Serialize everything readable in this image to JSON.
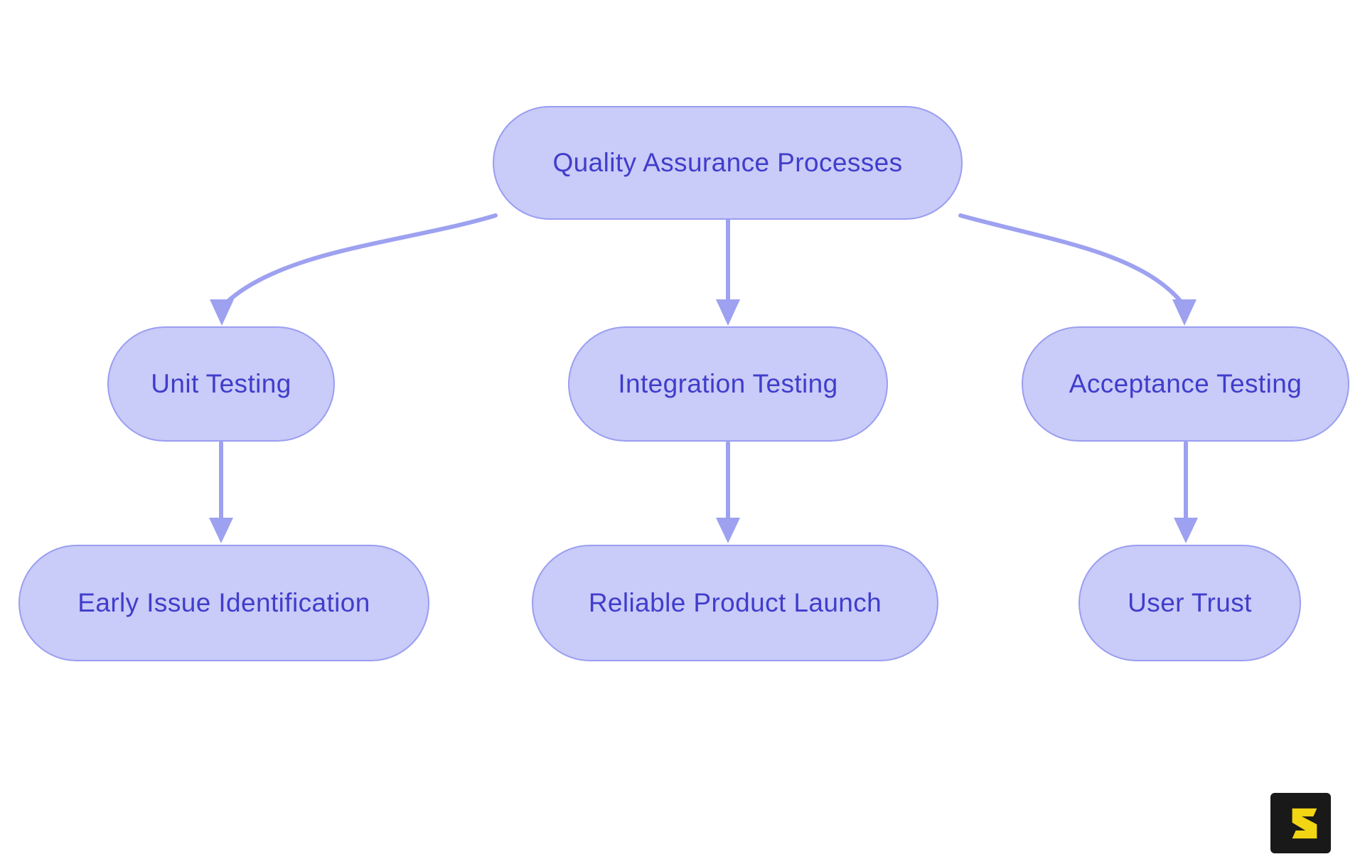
{
  "diagram": {
    "nodes": {
      "root": {
        "label": "Quality Assurance Processes"
      },
      "unit": {
        "label": "Unit Testing"
      },
      "integration": {
        "label": "Integration Testing"
      },
      "acceptance": {
        "label": "Acceptance Testing"
      },
      "early": {
        "label": "Early Issue Identification"
      },
      "reliable": {
        "label": "Reliable Product Launch"
      },
      "user": {
        "label": "User Trust"
      }
    },
    "edges": [
      {
        "from": "Quality Assurance Processes",
        "to": "Unit Testing"
      },
      {
        "from": "Quality Assurance Processes",
        "to": "Integration Testing"
      },
      {
        "from": "Quality Assurance Processes",
        "to": "Acceptance Testing"
      },
      {
        "from": "Unit Testing",
        "to": "Early Issue Identification"
      },
      {
        "from": "Integration Testing",
        "to": "Reliable Product Launch"
      },
      {
        "from": "Acceptance Testing",
        "to": "User Trust"
      }
    ]
  },
  "colors": {
    "canvas_bg": "#ffffff",
    "node_fill": "#c9cbf8",
    "node_border": "#9a9ef0",
    "node_text": "#403dcb",
    "arrow": "#9da1f0",
    "logo_bg": "#191919",
    "logo_glyph": "#f2d513"
  },
  "logo": {
    "icon": "angular-s-logo"
  }
}
